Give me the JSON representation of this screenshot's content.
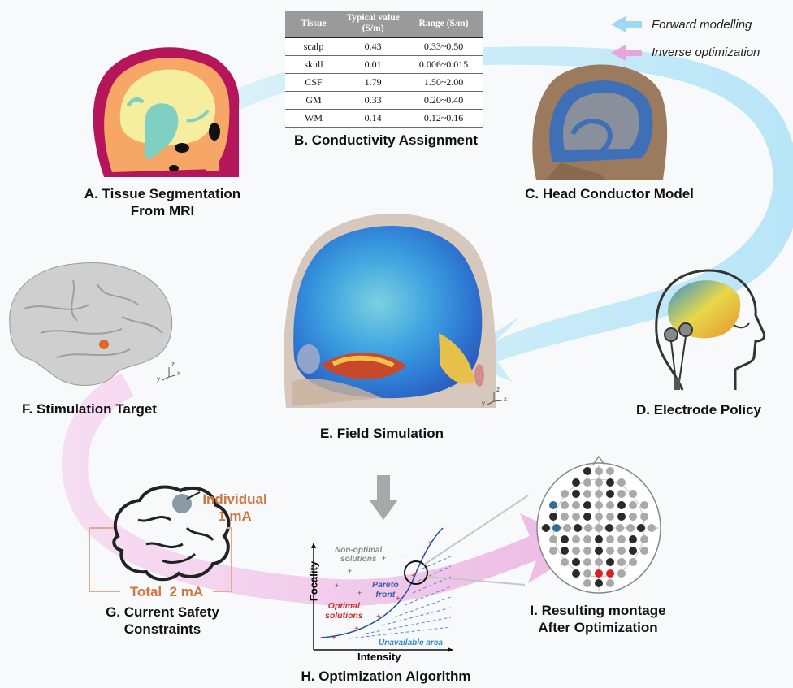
{
  "legend": {
    "forward_label": "Forward modelling",
    "inverse_label": "Inverse optimization",
    "forward_color": "#a9def3",
    "inverse_color": "#ecaee0"
  },
  "table": {
    "headers": [
      "Tissue",
      "Typical value (S/m)",
      "Range (S/m)"
    ],
    "rows": [
      [
        "scalp",
        "0.43",
        "0.33~0.50"
      ],
      [
        "skull",
        "0.01",
        "0.006~0.015"
      ],
      [
        "CSF",
        "1.79",
        "1.50~2.00"
      ],
      [
        "GM",
        "0.33",
        "0.20~0.40"
      ],
      [
        "WM",
        "0.14",
        "0.12~0.16"
      ]
    ]
  },
  "labels": {
    "a_line1": "A. Tissue Segmentation",
    "a_line2": "From MRI",
    "b": "B. Conductivity Assignment",
    "c": "C. Head Conductor Model",
    "d": "D. Electrode Policy",
    "e": "E. Field Simulation",
    "f": "F. Stimulation Target",
    "g_line1": "G. Current Safety",
    "g_line2": "Constraints",
    "h": "H. Optimization Algorithm",
    "i_line1": "I. Resulting montage",
    "i_line2": "After Optimization"
  },
  "constraints": {
    "individual_line1": "Individual",
    "individual_line2": "1 mA",
    "total": "Total  2 mA",
    "accent_color": "#d0753f"
  },
  "plot": {
    "ylabel": "Focality",
    "xlabel": "Intensity",
    "non_optimal_line1": "Non-optimal",
    "non_optimal_line2": "solutions",
    "pareto_line1": "Pareto",
    "pareto_line2": "front",
    "optimal_line1": "Optimal",
    "optimal_line2": "solutions",
    "unavailable": "Unavailable area"
  },
  "axis_glyphs": {
    "z": "z",
    "y": "y",
    "x": "x"
  }
}
